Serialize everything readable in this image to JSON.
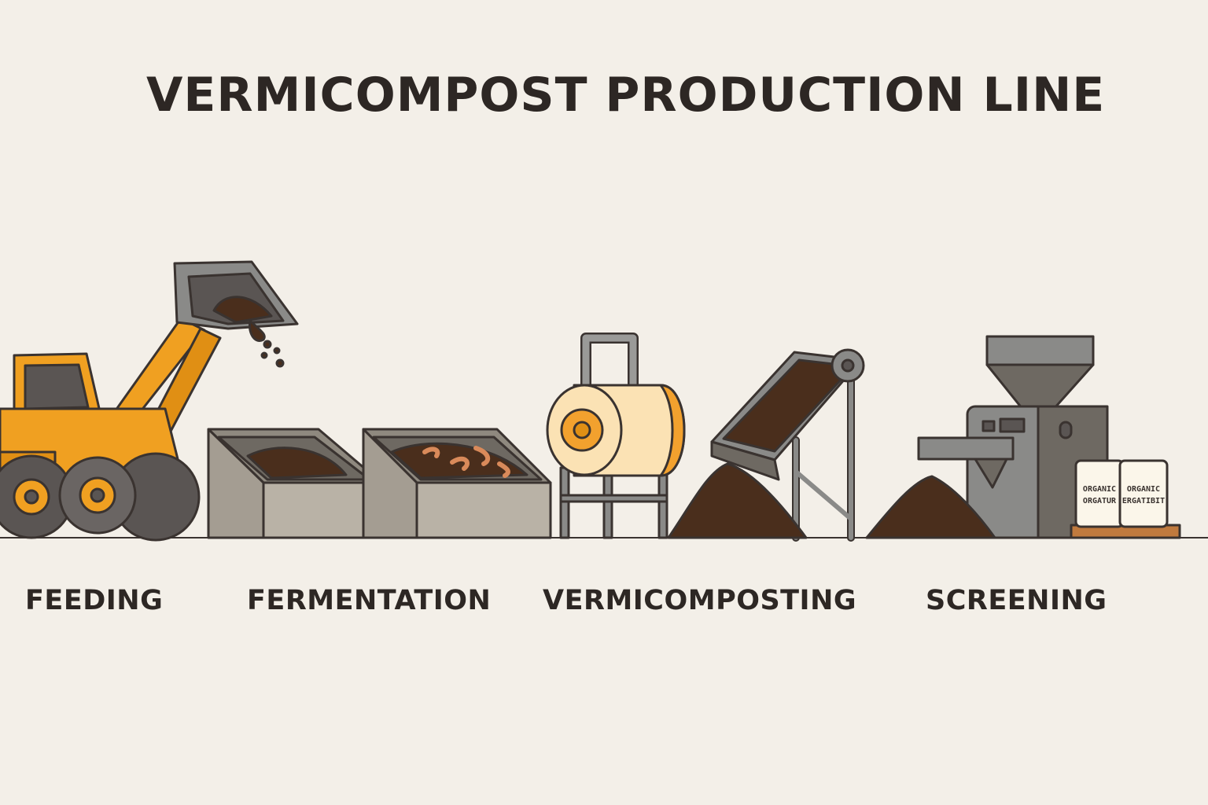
{
  "title": "VERMICOMPOST PRODUCTION LINE",
  "stages": [
    {
      "label": "FEEDING",
      "icon": "wheel-loader-icon"
    },
    {
      "label": "FERMENTATION",
      "icon": "fermentation-bins-icon"
    },
    {
      "label": "VERMICOMPOSTING",
      "icon": "drum-and-conveyor-icon"
    },
    {
      "label": "SCREENING",
      "icon": "screening-machine-icon"
    }
  ],
  "bags": [
    {
      "line1": "ORGANIC",
      "line2": "ORGATUR"
    },
    {
      "line1": "ORGANIC",
      "line2": "ERGATIBIT"
    }
  ],
  "colors": {
    "background": "#f3efe8",
    "outline": "#3a3330",
    "loader_orange": "#f0a021",
    "steel_gray": "#8a8a88",
    "concrete": "#b9b2a6",
    "compost_brown": "#4a2e1c",
    "worm_pink": "#d98a5a",
    "drum_cream": "#fbe2b4",
    "drum_orange": "#f2a12e"
  }
}
